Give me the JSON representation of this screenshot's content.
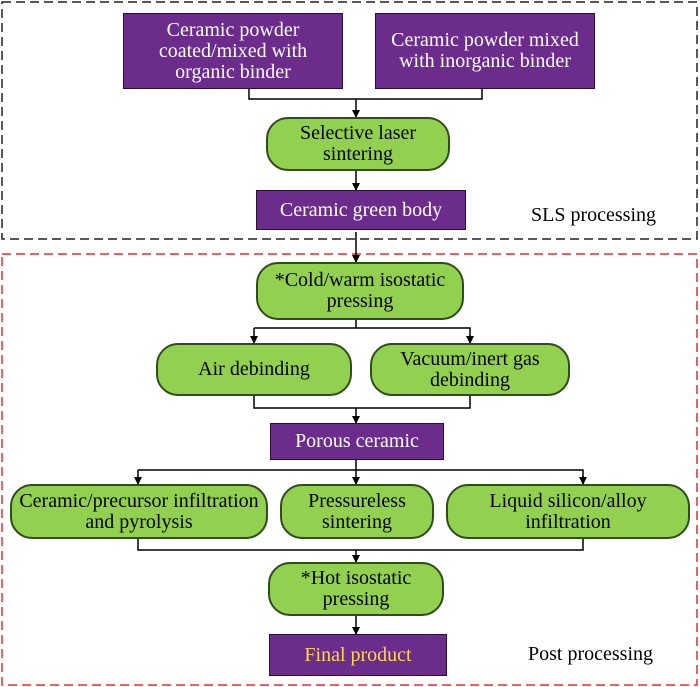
{
  "regions": {
    "sls": "SLS processing",
    "post": "Post processing"
  },
  "nodes": {
    "powder_organic": "Ceramic powder coated/mixed with organic binder",
    "powder_inorganic": "Ceramic powder mixed with inorganic binder",
    "sls_step": "Selective laser sintering",
    "green_body": "Ceramic green body",
    "cold_warm": "*Cold/warm isostatic pressing",
    "air_debinding": "Air debinding",
    "vacuum_debinding": "Vacuum/inert gas debinding",
    "porous": "Porous ceramic",
    "precursor": "Ceramic/precursor infiltration and pyrolysis",
    "pressureless": "Pressureless sintering",
    "liquid_silicon": "Liquid silicon/alloy infiltration",
    "hot_isostatic": "*Hot isostatic pressing",
    "final": "Final product"
  },
  "colors": {
    "rect_fill": "#6b2c8c",
    "pill_fill": "#92d050",
    "final_text": "#ffd84a",
    "sls_border": "#222222",
    "post_border": "#e03030"
  }
}
